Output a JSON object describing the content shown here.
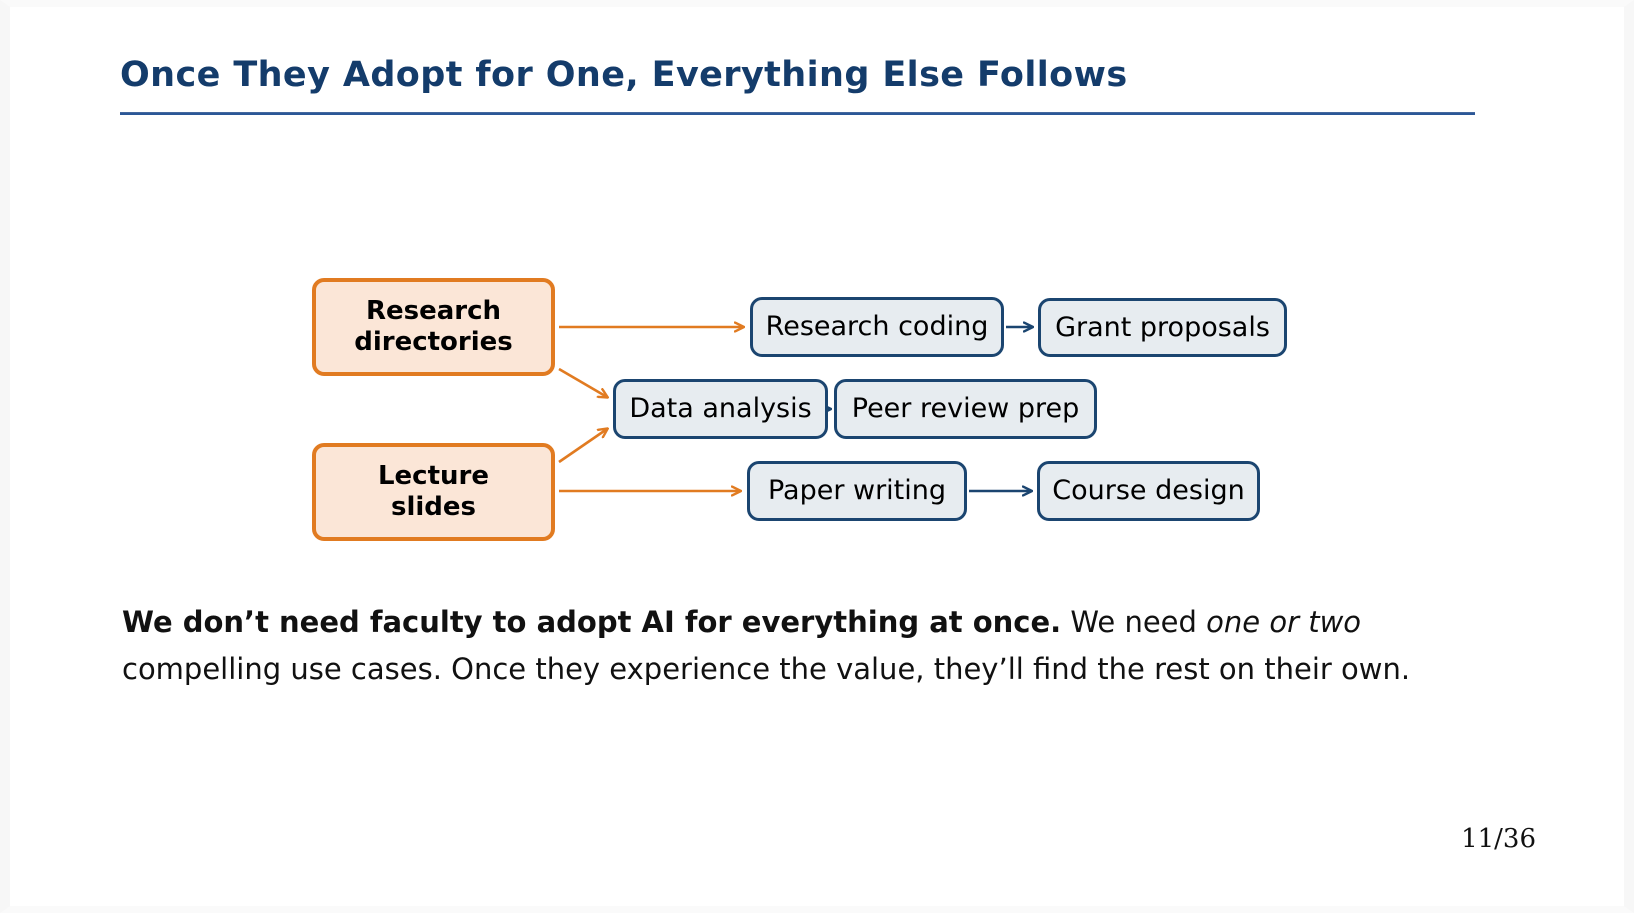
{
  "slide": {
    "title": "Once They Adopt for One, Everything Else Follows",
    "page_number": "11/36"
  },
  "colors": {
    "title_blue": "#143C6B",
    "rule_blue": "#2B5797",
    "source_border": "#E17B21",
    "source_fill": "#FBE6D7",
    "target_border": "#1B4570",
    "target_fill": "#E7ECF0",
    "orange_arrow": "#E17B21",
    "blue_arrow": "#1B4570"
  },
  "diagram": {
    "type": "flow",
    "sources": [
      {
        "id": "research-directories",
        "label_line1": "Research",
        "label_line2": "directories"
      },
      {
        "id": "lecture-slides",
        "label_line1": "Lecture",
        "label_line2": "slides"
      }
    ],
    "targets": [
      {
        "id": "research-coding",
        "label": "Research coding"
      },
      {
        "id": "grant-proposals",
        "label": "Grant proposals"
      },
      {
        "id": "data-analysis",
        "label": "Data analysis"
      },
      {
        "id": "peer-review-prep",
        "label": "Peer review prep"
      },
      {
        "id": "paper-writing",
        "label": "Paper writing"
      },
      {
        "id": "course-design",
        "label": "Course design"
      }
    ],
    "edges": [
      {
        "from": "research-directories",
        "to": "research-coding",
        "color": "orange"
      },
      {
        "from": "research-directories",
        "to": "data-analysis",
        "color": "orange"
      },
      {
        "from": "lecture-slides",
        "to": "data-analysis",
        "color": "orange"
      },
      {
        "from": "lecture-slides",
        "to": "paper-writing",
        "color": "orange"
      },
      {
        "from": "research-coding",
        "to": "grant-proposals",
        "color": "blue"
      },
      {
        "from": "data-analysis",
        "to": "peer-review-prep",
        "color": "blue"
      },
      {
        "from": "paper-writing",
        "to": "course-design",
        "color": "blue"
      }
    ]
  },
  "body": {
    "lead": "We don’t need faculty to adopt AI for everything at once.",
    "middle": " We need ",
    "emphasis": "one or two",
    "tail": " compelling use cases. Once they experience the value, they’ll find the rest on their own."
  }
}
